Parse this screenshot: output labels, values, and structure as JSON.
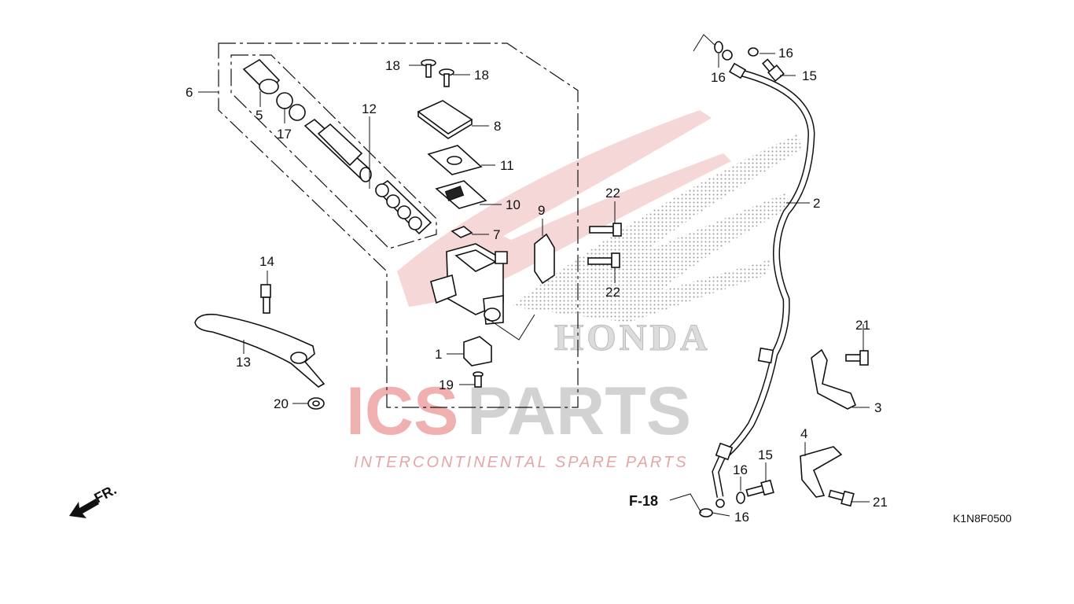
{
  "diagram": {
    "reference_code": "K1N8F0500",
    "front_indicator": "FR.",
    "cross_reference": "F-18",
    "callouts": {
      "c1": "1",
      "c2": "2",
      "c3": "3",
      "c4": "4",
      "c5": "5",
      "c6": "6",
      "c7": "7",
      "c8": "8",
      "c9": "9",
      "c10": "10",
      "c11": "11",
      "c12": "12",
      "c13": "13",
      "c14": "14",
      "c15a": "15",
      "c15b": "15",
      "c16a": "16",
      "c16b": "16",
      "c16c": "16",
      "c16d": "16",
      "c17": "17",
      "c18a": "18",
      "c18b": "18",
      "c19": "19",
      "c20": "20",
      "c21a": "21",
      "c21b": "21",
      "c22a": "22",
      "c22b": "22"
    }
  },
  "watermark": {
    "main_left": "ICS",
    "main_right": "PARTS",
    "tagline": "INTERCONTINENTAL SPARE PARTS",
    "brand": "HONDA",
    "colors": {
      "accent": "#e23a3a",
      "gray": "#c8c8c8"
    }
  }
}
